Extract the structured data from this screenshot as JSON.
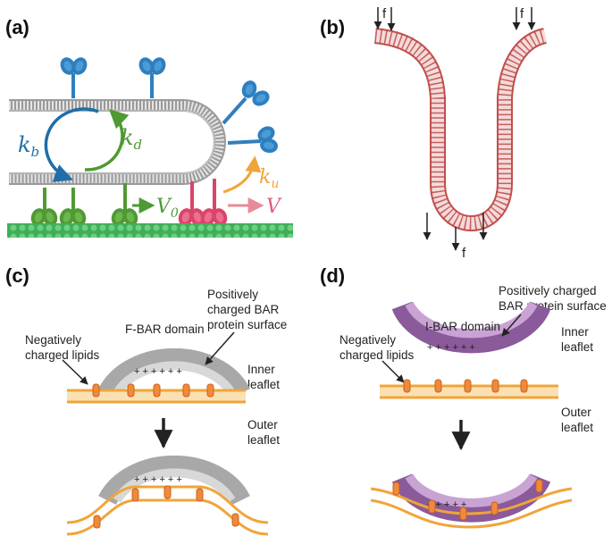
{
  "panels": {
    "a": "(a)",
    "b": "(b)",
    "c": "(c)",
    "d": "(d)"
  },
  "panel_a": {
    "kb": "k",
    "kb_sub": "b",
    "kd": "k",
    "kd_sub": "d",
    "ku": "k",
    "ku_sub": "u",
    "v0": "V",
    "v0_sub": "0",
    "v": "V"
  },
  "panel_b": {
    "f_left": "f",
    "f_right": "f",
    "f_bottom": "f"
  },
  "panel_c": {
    "title_bar": "F-BAR domain",
    "positive_line1": "Positively",
    "positive_line2": "charged BAR",
    "positive_line3": "protein surface",
    "negative_line1": "Negatively",
    "negative_line2": "charged lipids",
    "inner_line1": "Inner",
    "inner_line2": "leaflet",
    "outer_line1": "Outer",
    "outer_line2": "leaflet"
  },
  "panel_d": {
    "title_bar": "I-BAR domain",
    "positive_line1": "Positively charged",
    "positive_line2": "BAR protein surface",
    "negative_line1": "Negatively",
    "negative_line2": "charged lipids",
    "inner_line1": "Inner",
    "inner_line2": "leaflet",
    "outer_line1": "Outer",
    "outer_line2": "leaflet"
  },
  "colors": {
    "membrane_gray": "#bfbfbf",
    "membrane_red": "#c0504d",
    "myosin_blue": "#3a8fc9",
    "myosin_green": "#5ca844",
    "myosin_pink": "#e05a7a",
    "actin_green": "#3cae5a",
    "lipid_orange": "#f0a53a",
    "fbar_gray": "#a8a8a8",
    "ibar_purple": "#9c6aaa"
  }
}
